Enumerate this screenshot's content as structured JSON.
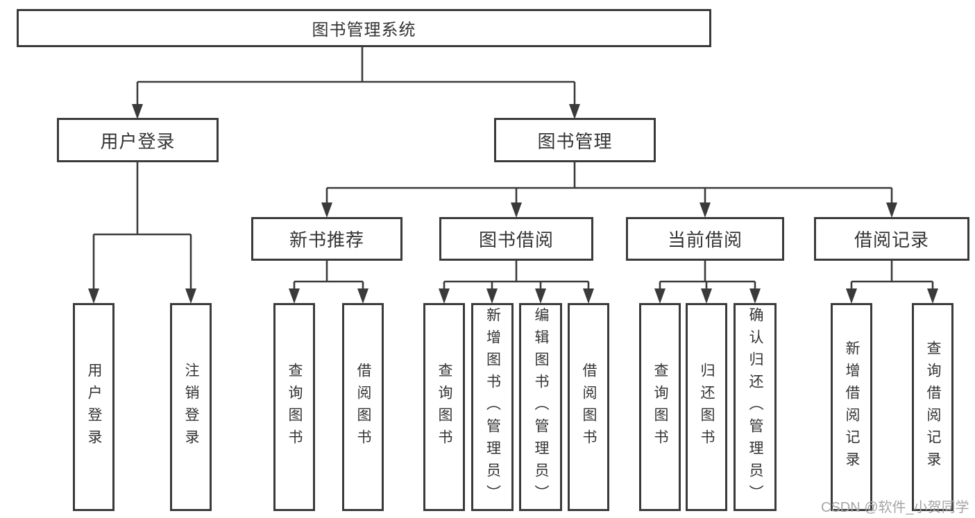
{
  "nodes": {
    "root": {
      "label": "图书管理系统"
    },
    "user_login": {
      "label": "用户登录"
    },
    "book_mgmt": {
      "label": "图书管理"
    },
    "new_book_rec": {
      "label": "新书推荐"
    },
    "book_borrow": {
      "label": "图书借阅"
    },
    "current_borrow": {
      "label": "当前借阅"
    },
    "borrow_records": {
      "label": "借阅记录"
    },
    "user_login_leaf": {
      "label": "用户登录"
    },
    "logout_leaf": {
      "label": "注销登录"
    },
    "nb_query_books": {
      "label": "查询图书"
    },
    "nb_borrow_books": {
      "label": "借阅图书"
    },
    "bb_query_books": {
      "label": "查询图书"
    },
    "bb_add_books": {
      "label": "新增图书（管理员）"
    },
    "bb_edit_books": {
      "label": "编辑图书（管理员）"
    },
    "bb_borrow_books": {
      "label": "借阅图书"
    },
    "cb_query_books": {
      "label": "查询图书"
    },
    "cb_return_books": {
      "label": "归还图书"
    },
    "cb_confirm_return": {
      "label": "确认归还（管理员）"
    },
    "br_add_record": {
      "label": "新增借阅记录"
    },
    "br_query_record": {
      "label": "查询借阅记录"
    }
  },
  "hierarchy": {
    "图书管理系统": {
      "用户登录": [
        "用户登录",
        "注销登录"
      ],
      "图书管理": {
        "新书推荐": [
          "查询图书",
          "借阅图书"
        ],
        "图书借阅": [
          "查询图书",
          "新增图书（管理员）",
          "编辑图书（管理员）",
          "借阅图书"
        ],
        "当前借阅": [
          "查询图书",
          "归还图书",
          "确认归还（管理员）"
        ],
        "借阅记录": [
          "新增借阅记录",
          "查询借阅记录"
        ]
      }
    }
  },
  "watermark": {
    "text": "CSDN @软件_小贺同学"
  },
  "colors": {
    "line": "#3a3a3a",
    "text": "#333333",
    "watermark": "#a5a5a5",
    "background": "#ffffff"
  }
}
